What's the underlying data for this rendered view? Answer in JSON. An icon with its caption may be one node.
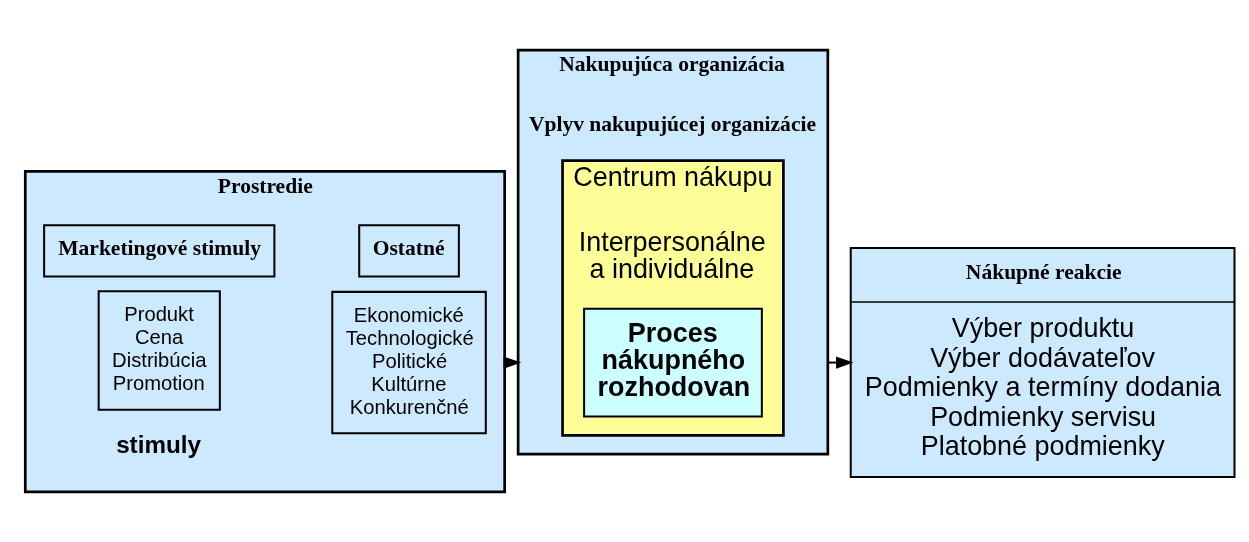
{
  "diagram": {
    "nodes": [
      {
        "text": [
          "Prostredie"
        ]
      },
      {
        "text": [
          "Marketingové stimuly"
        ],
        "in": 0
      },
      {
        "text": [
          "Ostatné"
        ],
        "in": 0
      },
      {
        "text": [
          "Produkt Cena Distribúcia Promotion"
        ],
        "in": 0
      },
      {
        "text": [
          "Ekonomické Technologické Politické Kultúrne Konkurenčné"
        ],
        "in": 0
      },
      {
        "text": [
          "Nakupujúca organizácia",
          "Vplyv nakupujúcej organizácie"
        ]
      },
      {
        "text": [
          "Centrum nákupu",
          "Interpersonálne a individuálne"
        ],
        "in": 5
      },
      {
        "text": [
          "Proces nákupného rozhodovan"
        ],
        "in": 6
      },
      {
        "text": [
          "Nákupné reakcie",
          "Výber produktu Výber dodávateľov Podmienky a termíny dodania Podmienky servisu Platobné podmienky"
        ]
      }
    ],
    "edges": [
      {
        "from": 0,
        "to": 5,
        "arrow": "to"
      },
      {
        "from": 5,
        "to": 8,
        "arrow": "to"
      }
    ],
    "labels": [
      "stimuly"
    ]
  }
}
